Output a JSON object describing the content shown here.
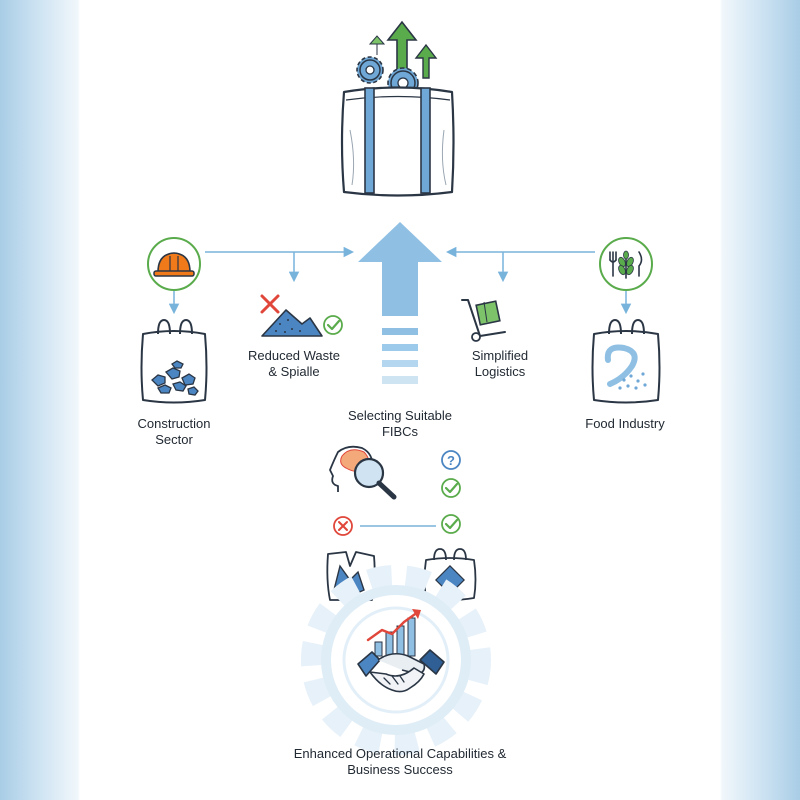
{
  "labels": {
    "construction": [
      "Construction",
      "Sector"
    ],
    "reduced_waste": [
      "Reduced Waste",
      "& Spialle"
    ],
    "selecting": [
      "Selecting Suitable",
      "FIBCs"
    ],
    "logistics": [
      "Simplified",
      "Logistics"
    ],
    "food": [
      "Food Industry"
    ],
    "success": [
      "Enhanced Operational Capabilities &",
      "Business Success"
    ]
  },
  "icons": [
    "gears-icon",
    "growth-arrows-icon",
    "fibc-bag-icon",
    "hard-hat-icon",
    "food-icon",
    "waste-pile-icon",
    "cross-icon",
    "check-icon",
    "hand-truck-icon",
    "central-arrow-icon",
    "head-magnifier-icon",
    "question-icon",
    "torn-bag-icon",
    "intact-bag-icon",
    "gear-background-icon",
    "handshake-icon",
    "growth-chart-icon"
  ],
  "colors": {
    "outline": "#2b3645",
    "bag_blue": "#6fa8d6",
    "bag_blue_light": "#cfe3f2",
    "arrow_blue": "#8fc0e3",
    "line_blue": "#78b3dc",
    "green": "#5aab4b",
    "red": "#e0463a",
    "orange": "#f07a1a"
  }
}
